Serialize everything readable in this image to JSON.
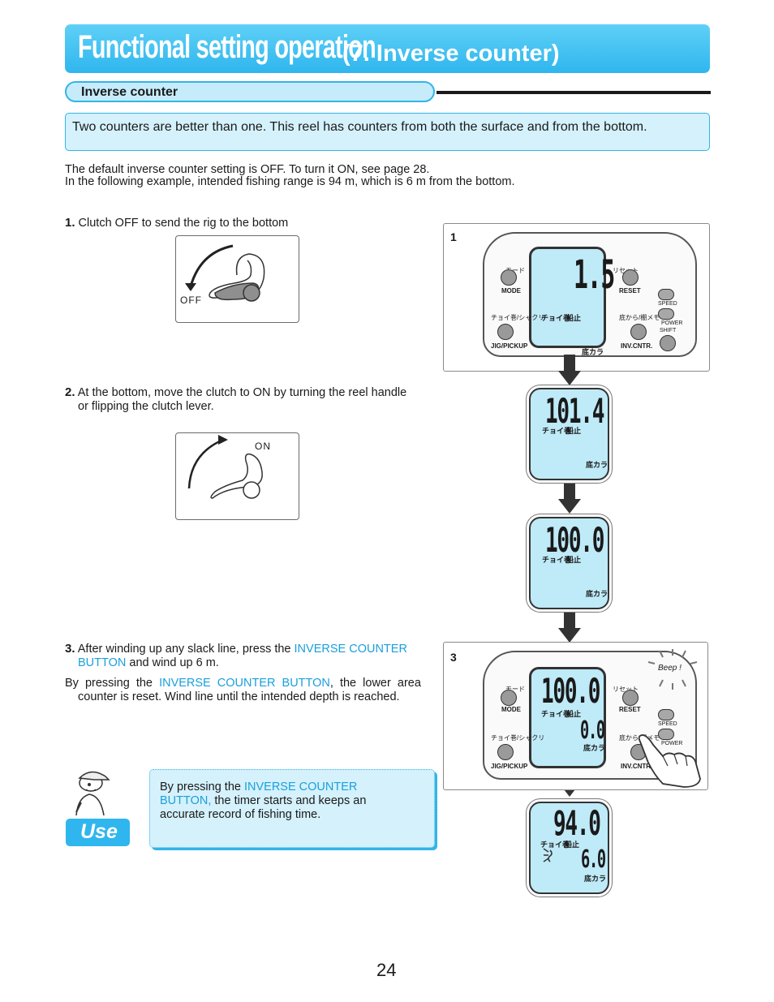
{
  "header": {
    "title": "Functional setting operation",
    "subtitle": "(7. Inverse counter)"
  },
  "section": {
    "label": "Inverse counter"
  },
  "intro": {
    "text": "Two counters are better than one. This reel has counters from both the surface and from the bottom."
  },
  "notes": {
    "line1": "The default inverse counter setting is OFF.  To turn it ON, see page 28.",
    "line2": "In the following example, intended fishing range is 94 m, which is 6 m from the bottom."
  },
  "steps": {
    "s1": {
      "num": "1.",
      "text": "Clutch OFF to send the rig to the bottom",
      "clutch_label": "OFF"
    },
    "s2": {
      "num": "2.",
      "text_a": "At the bottom, move the clutch to ON by turning the reel handle",
      "text_b": "or flipping the clutch lever.",
      "clutch_label": "ON"
    },
    "s3": {
      "num": "3.",
      "a1": "After winding up any slack line, press the ",
      "a_hl1": "INVERSE COUNTER",
      "a_hl2": "BUTTON",
      "a2": " and wind up 6 m.",
      "b1": "By  pressing  the  ",
      "b_hl": "INVERSE  COUNTER  BUTTON",
      "b2": ",  the  lower  area",
      "b3": "counter is reset. Wind line until the intended depth is reached."
    }
  },
  "tip": {
    "badge": "Use",
    "t1": "By pressing the ",
    "hl1": "INVERSE COUNTER",
    "hl2": "BUTTON,",
    "t2": " the timer starts and keeps an",
    "t3": "accurate record of fishing time."
  },
  "reel_labels": {
    "mode_jp": "モード",
    "mode": "MODE",
    "reset_jp": "リセット",
    "reset": "RESET",
    "jig_jp": "チョイ巻/シャクリ",
    "jig": "JIG/PICKUP",
    "inv_jp": "底から/棚メモ",
    "inv": "INV.CNTR.",
    "speed": "SPEED",
    "power": "POWER",
    "shift": "SHIFT",
    "lcd_jp1": "チョイ巻",
    "lcd_jp2": "船止",
    "lcd_jp3": "底カラ",
    "beep": "Beep !"
  },
  "panels": {
    "p1": {
      "tag": "1",
      "upper": "1.5"
    },
    "p2": {
      "upper": "101.4"
    },
    "p3": {
      "upper": "100.0"
    },
    "p4": {
      "tag": "3",
      "upper": "100.0",
      "lower": "0.0"
    },
    "p5": {
      "upper": "94.0",
      "lower": "6.0"
    }
  },
  "page_number": "24",
  "colors": {
    "accent": "#2fb6ee",
    "light": "#d4f1fc",
    "lcd": "#bfeaf8",
    "link": "#1a9fdc"
  }
}
